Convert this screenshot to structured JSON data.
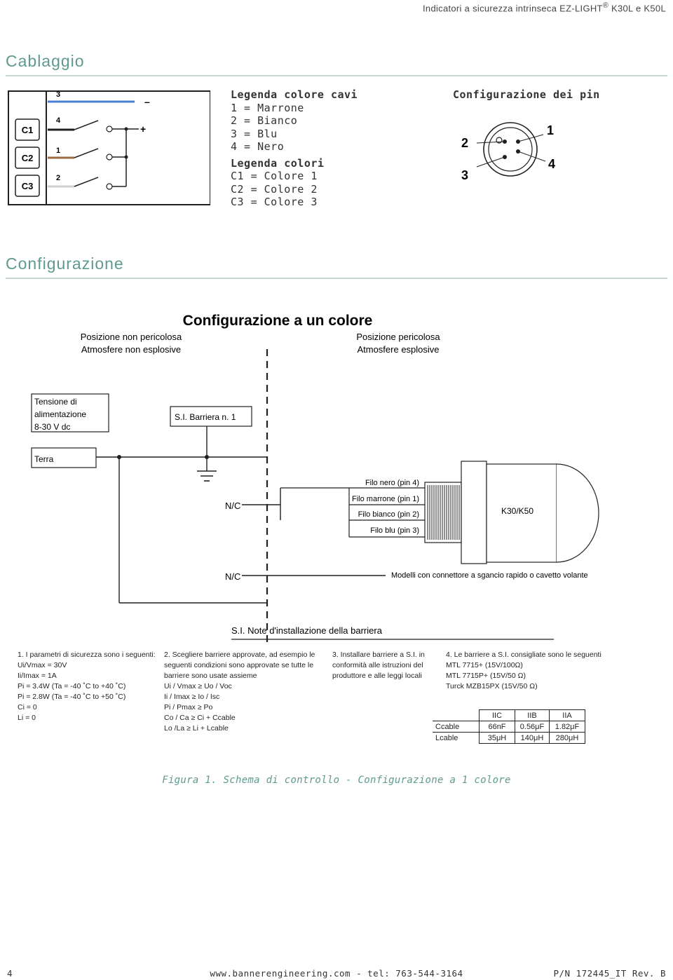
{
  "header": {
    "title": "Indicatori a sicurezza intrinseca EZ-LIGHT",
    "reg_mark": "®",
    "models": "K30L e K50L"
  },
  "cablaggio": {
    "title": "Cablaggio",
    "colors": [
      "C1",
      "C2",
      "C3"
    ],
    "wires": [
      "3",
      "4",
      "1",
      "2"
    ],
    "minus": "–",
    "plus": "+",
    "wire_colors": {
      "blue": "#4a7fd6",
      "brown": "#9c6b3f",
      "black": "#231f20",
      "white": "#d9d9d9"
    }
  },
  "legend": {
    "wire_title": "Legenda colore cavi",
    "wire_items": [
      "1 = Marrone",
      "2 = Bianco",
      "3 = Blu",
      "4 = Nero"
    ],
    "color_title": "Legenda colori",
    "color_items": [
      "C1 = Colore 1",
      "C2 = Colore 2",
      "C3 = Colore 3"
    ]
  },
  "pins": {
    "title": "Configurazione dei pin",
    "labels": [
      "1",
      "2",
      "3",
      "4"
    ]
  },
  "configurazione": {
    "title": "Configurazione",
    "diagram_title": "Configurazione a un colore",
    "safe_line1": "Posizione non pericolosa",
    "safe_line2": "Atmosfere non esplosive",
    "hazard_line1": "Posizione pericolosa",
    "hazard_line2": "Atmosfere esplosive",
    "supply_line1": "Tensione di",
    "supply_line2": "alimentazione",
    "supply_line3": "8-30 V dc",
    "barrier": "S.I. Barriera n. 1",
    "ground": "Terra",
    "nc1": "N/C",
    "nc2": "N/C",
    "wire_black": "Filo nero (pin 4)",
    "wire_brown": "Filo marrone (pin 1)",
    "wire_white": "Filo bianco (pin 2)",
    "wire_blue": "Filo blu (pin 3)",
    "device": "K30/K50",
    "models_note": "Modelli con connettore a sgancio rapido o cavetto volante",
    "notes_title": "S.I. Note d'installazione della barriera"
  },
  "notes": {
    "col1": [
      "1. I parametri di sicurezza sono i seguenti:",
      "Ui/Vmax = 30V",
      "Ii/Imax = 1A",
      "Pi = 3.4W (Ta = -40 ˚C to +40 ˚C)",
      "Pi = 2.8W (Ta = -40 ˚C to +50 ˚C)",
      "Ci = 0",
      "Li = 0"
    ],
    "col2": [
      "2. Scegliere barriere approvate, ad esempio le",
      "seguenti condizioni sono approvate se tutte le",
      "barriere sono usate assieme",
      "Ui / Vmax  ≥  Uo / Voc",
      "Ii / Imax  ≥  Io / Isc",
      "Pi / Pmax ≥  Po",
      "Co / Ca  ≥ Ci + Ccable",
      "Lo /La  ≥ Li + Lcable"
    ],
    "col3": [
      "3. Installare barriere a S.I. in",
      "conformità alle istruzioni del",
      "produttore e alle leggi locali"
    ],
    "col4": [
      "4. Le barriere a S.I. consigliate sono le seguenti",
      "MTL 7715+ (15V/100Ω)",
      "MTL 7715P+ (15V/50 Ω)",
      "Turck MZB15PX (15V/50 Ω)"
    ]
  },
  "param_table": {
    "headers": [
      "IIC",
      "IIB",
      "IIA"
    ],
    "rows": [
      {
        "label": "Ccable",
        "values": [
          "66nF",
          "0.56μF",
          "1.82μF"
        ]
      },
      {
        "label": "Lcable",
        "values": [
          "35μH",
          "140μH",
          "280μH"
        ]
      }
    ]
  },
  "caption": "Figura 1. Schema di controllo - Configurazione a 1 colore",
  "footer": {
    "page": "4",
    "site": "www.bannerengineering.com - tel: 763-544-3164",
    "pn": "P/N 172445_IT Rev. B"
  }
}
